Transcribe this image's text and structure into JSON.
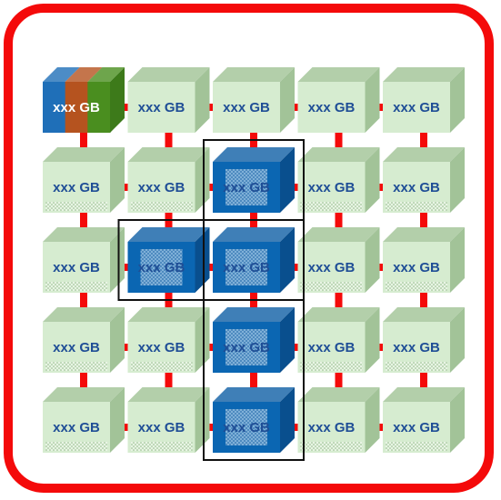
{
  "diagram": {
    "cube_label": "xxx GB",
    "colors": {
      "frame": "#f40a0a",
      "connector": "#f40a0a",
      "storage_front": "#d6ecd0",
      "storage_top": "#b3cfaa",
      "storage_side": "#a2c398",
      "active_front": "#0b66b2",
      "active_top": "#3f7fb7",
      "active_side": "#094f8e",
      "label_text": "#1f4e96",
      "highlight_box": "#111111",
      "stripe_1": "#1f6fb8",
      "stripe_2": "#b5531f",
      "stripe_3": "#4a8e1f"
    },
    "grid": {
      "rows": 5,
      "cols": 5
    },
    "highlighted_cells": [
      [
        1,
        2
      ],
      [
        2,
        1
      ],
      [
        2,
        2
      ],
      [
        3,
        2
      ],
      [
        4,
        2
      ]
    ],
    "striped_cell": [
      0,
      0
    ],
    "highlight_boxes": [
      "column-3-rows-2-to-3",
      "row-3-columns-2-to-3",
      "column-3-rows-4-to-5"
    ]
  }
}
